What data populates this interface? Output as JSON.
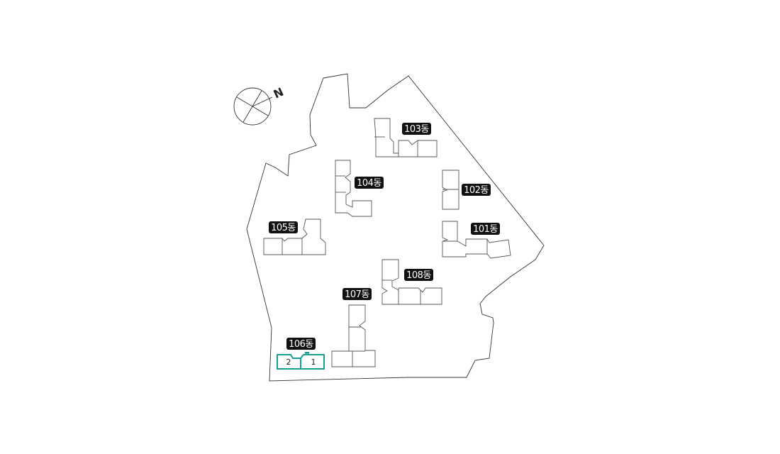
{
  "compass": {
    "north_label": "N"
  },
  "buildings": {
    "b101": {
      "label": "101동"
    },
    "b102": {
      "label": "102동"
    },
    "b103": {
      "label": "103동"
    },
    "b104": {
      "label": "104동"
    },
    "b105": {
      "label": "105동"
    },
    "b106": {
      "label": "106동",
      "selected": true,
      "units": [
        "2",
        "1"
      ]
    },
    "b107": {
      "label": "107동"
    },
    "b108": {
      "label": "108동"
    }
  },
  "colors": {
    "selected": "#1a9e8f",
    "badge": "#111111",
    "outline": "#333333"
  }
}
